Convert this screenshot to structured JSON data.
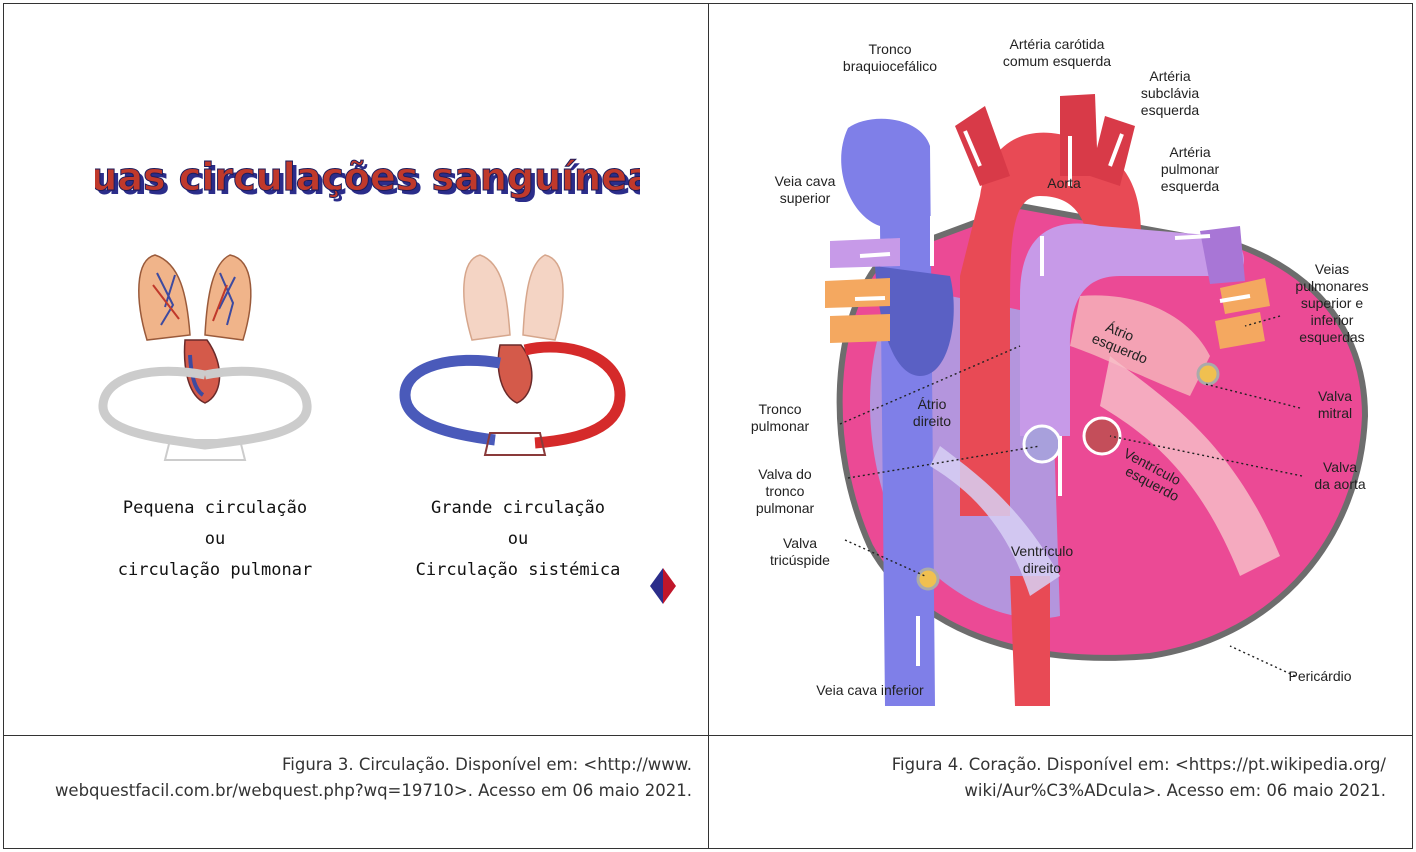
{
  "figure3": {
    "title": "Duas circulações sanguíneas",
    "left_label": [
      "Pequena circulação",
      "ou",
      "circulação pulmonar"
    ],
    "right_label": [
      "Grande circulação",
      "ou",
      "Circulação sistémica"
    ],
    "caption": "Figura 3. Circulação. Disponível em: <http://www. webquestfacil.com.br/webquest.php?wq=19710>. Acesso em 06 maio 2021."
  },
  "figure4": {
    "labels": {
      "tronco_braquio": [
        "Tronco",
        "braquiocefálico"
      ],
      "carotida": [
        "Artéria carótida",
        "comum esquerda"
      ],
      "subclavia": [
        "Artéria",
        "subclávia",
        "esquerda"
      ],
      "pulm_esq": [
        "Artéria",
        "pulmonar",
        "esquerda"
      ],
      "aorta": "Aorta",
      "cava_sup": [
        "Veia cava",
        "superior"
      ],
      "veias_pulm": [
        "Veias",
        "pulmonares",
        "superior e",
        "inferior",
        "esquerdas"
      ],
      "atrio_esq": [
        "Átrio",
        "esquerdo"
      ],
      "tronco_pulm": [
        "Tronco",
        "pulmonar"
      ],
      "atrio_dir": [
        "Átrio",
        "direito"
      ],
      "valva_mitral": [
        "Valva",
        "mitral"
      ],
      "valva_tronco": [
        "Valva do",
        "tronco",
        "pulmonar"
      ],
      "vent_esq": [
        "Ventrículo",
        "esquerdo"
      ],
      "valva_aorta": [
        "Valva",
        "da aorta"
      ],
      "valva_tric": [
        "Valva",
        "tricúspide"
      ],
      "vent_dir": [
        "Ventrículo",
        "direito"
      ],
      "pericardio": "Pericárdio",
      "cava_inf": "Veia cava inferior"
    },
    "caption": "Figura 4. Coração. Disponível em: <https://pt.wikipedia.org/ wiki/Aur%C3%ADcula>. Acesso em: 06 maio 2021."
  }
}
